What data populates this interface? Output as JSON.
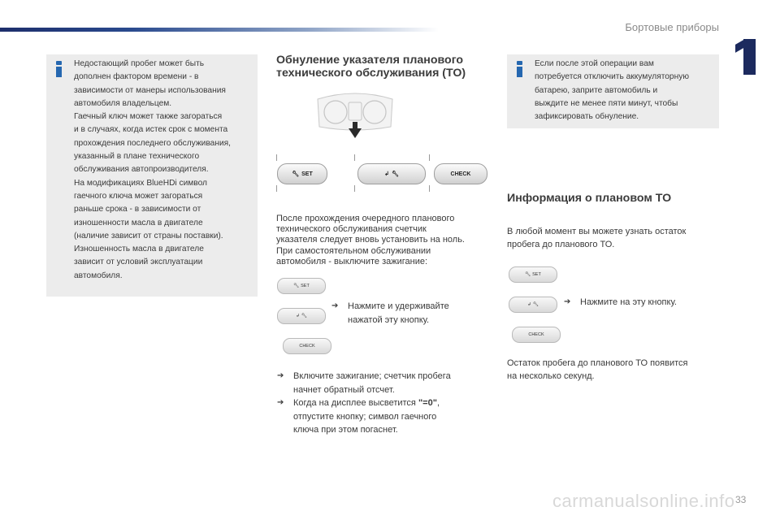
{
  "header": {
    "section_title": "Бортовые приборы",
    "chapter_number": "1"
  },
  "note_left": {
    "lines": [
      "Недостающий пробег может быть",
      "дополнен фактором времени - в",
      "зависимости от манеры использования",
      "автомобиля владельцем.",
      "Гаечный ключ может также загораться",
      "и в случаях, когда истек срок с момента",
      "прохождения последнего обслуживания,",
      "указанный в плане технического",
      "обслуживания автопроизводителя.",
      "На модификациях BlueHDi символ",
      "гаечного ключа может загораться",
      "раньше срока - в зависимости от",
      "изношенности масла в двигателе",
      "(наличие зависит от страны поставки).",
      "Изношенность масла в двигателе",
      "зависит от условий эксплуатации",
      "автомобиля."
    ]
  },
  "reset_section": {
    "title_line1": "Обнуление указателя планового",
    "title_line2": "технического обслуживания (ТО)",
    "intro_lines": [
      "После прохождения очередного планового",
      "технического обслуживания счетчик",
      "указателя следует вновь установить на ноль.",
      "При самостоятельном обслуживании",
      "автомобиля - выключите зажигание:"
    ],
    "step1_lines": [
      "Нажмите и удерживайте",
      "нажатой эту кнопку."
    ],
    "step2_lines": [
      "Включите зажигание; счетчик пробега",
      "начнет обратный отсчет."
    ],
    "step3_line1_prefix": "Когда на дисплее высветится ",
    "step3_value": "\"=0\"",
    "step3_line1_suffix": ",",
    "step3_lines_rest": [
      "отпустите кнопку; символ гаечного",
      "ключа при этом погаснет."
    ]
  },
  "buttons": {
    "set": "SET",
    "check": "CHECK"
  },
  "note_right": {
    "lines": [
      "Если после этой операции вам",
      "потребуется отключить аккумуляторную",
      "батарею, заприте автомобиль и",
      "выждите не менее пяти минут, чтобы",
      "зафиксировать обнуление."
    ]
  },
  "info_section": {
    "title": "Информация о плановом ТО",
    "intro_lines": [
      "В любой момент вы можете узнать остаток",
      "пробега до планового ТО."
    ],
    "step1": "Нажмите на эту кнопку.",
    "result_lines": [
      "Остаток пробега до планового ТО появится",
      "на несколько секунд."
    ]
  },
  "page_number": "33",
  "footer_watermark": "carmanualsonline.info",
  "colors": {
    "accent": "#1c2a5e",
    "info_icon": "#2567b0",
    "note_bg": "#ececec"
  },
  "icons": [
    "info-icon",
    "wrench-icon",
    "return-arrow-icon",
    "bullet-arrow-icon"
  ]
}
